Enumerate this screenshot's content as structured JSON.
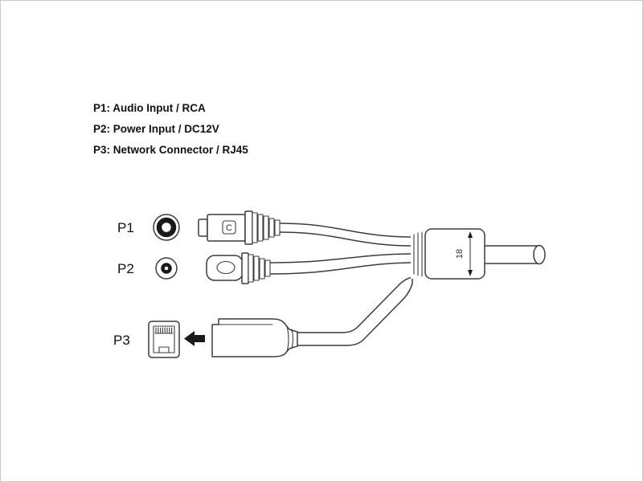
{
  "legend": {
    "lines": [
      "P1: Audio Input / RCA",
      "P2: Power Input / DC12V",
      "P3: Network Connector / RJ45"
    ]
  },
  "connectors": {
    "p1": {
      "label": "P1",
      "marking": "C"
    },
    "p2": {
      "label": "P2"
    },
    "p3": {
      "label": "P3"
    }
  },
  "dimension": {
    "length": "18"
  },
  "colors": {
    "line": "#3c3c3c",
    "text": "#111111",
    "background": "#ffffff",
    "frame": "#c8c8c8"
  }
}
